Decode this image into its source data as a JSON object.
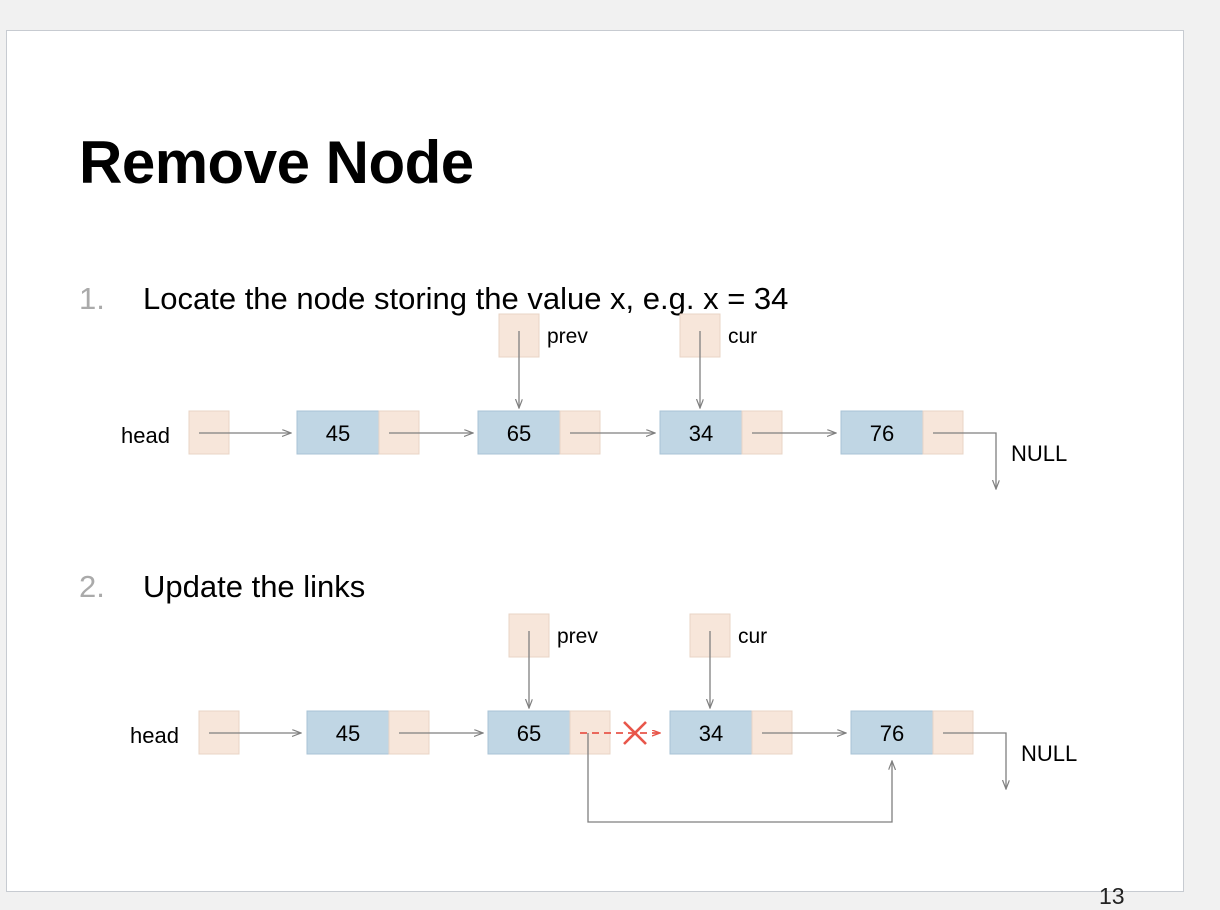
{
  "slide": {
    "title": "Remove Node",
    "page_number": "13",
    "background_color": "#ffffff",
    "outer_background_color": "#f1f1f1",
    "border_color": "#c7cbd1"
  },
  "palette": {
    "data_cell": "#c0d6e4",
    "data_cell_border": "#a8c3d6",
    "pointer_cell": "#f7e6da",
    "pointer_cell_border": "#e8d4c6",
    "arrow": "#7f7f7f",
    "broken_link": "#e8564a",
    "bullet_number": "#aaaaaa",
    "text": "#000000"
  },
  "bullets": [
    {
      "number": "1.",
      "text": "Locate the node storing the value x, e.g. x = 34"
    },
    {
      "number": "2.",
      "text": "Update the links"
    }
  ],
  "diagrams": [
    {
      "id": "locate-node-diagram",
      "head_label": "head",
      "null_label": "NULL",
      "nodes": [
        {
          "value": "45"
        },
        {
          "value": "65"
        },
        {
          "value": "34"
        },
        {
          "value": "76"
        }
      ],
      "pointers": [
        {
          "label": "prev",
          "target_value": "65"
        },
        {
          "label": "cur",
          "target_value": "34"
        }
      ],
      "broken_link": false
    },
    {
      "id": "update-links-diagram",
      "head_label": "head",
      "null_label": "NULL",
      "nodes": [
        {
          "value": "45"
        },
        {
          "value": "65"
        },
        {
          "value": "34"
        },
        {
          "value": "76"
        }
      ],
      "pointers": [
        {
          "label": "prev",
          "target_value": "65"
        },
        {
          "label": "cur",
          "target_value": "34"
        }
      ],
      "broken_link": true,
      "broken_link_from": "65",
      "broken_link_to": "34",
      "bypass_link_from": "65",
      "bypass_link_to": "76"
    }
  ]
}
